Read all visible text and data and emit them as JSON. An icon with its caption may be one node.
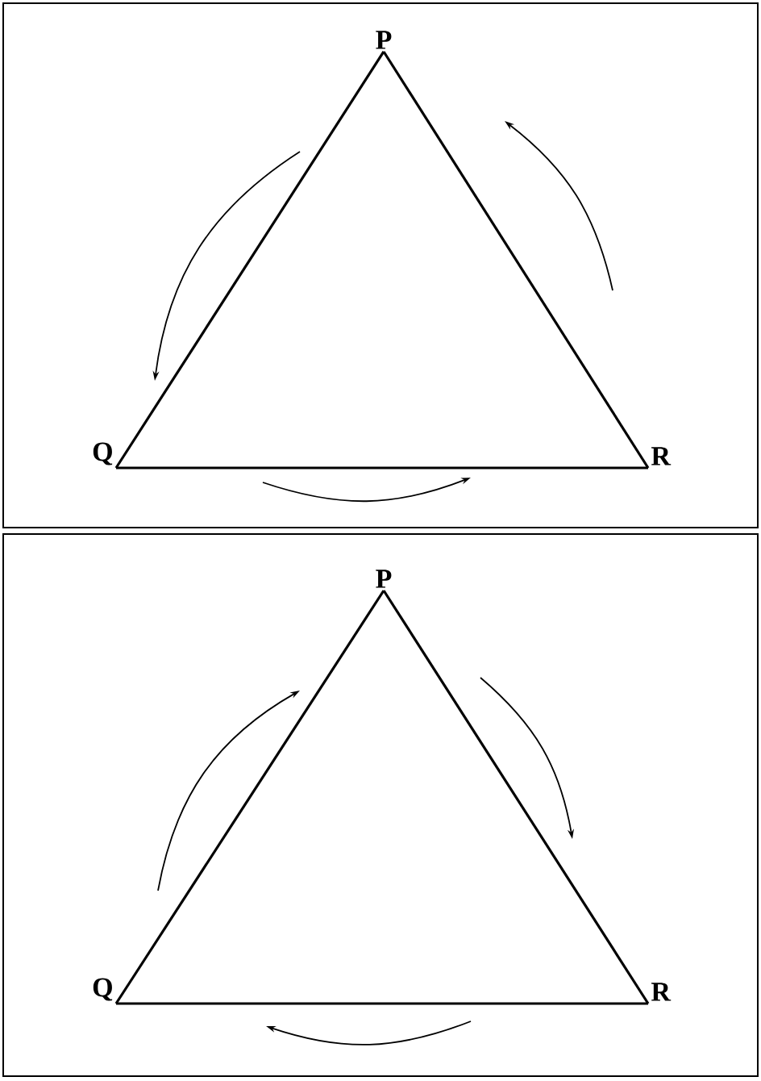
{
  "diagram": {
    "nodes": [
      {
        "text": [
          "P"
        ]
      },
      {
        "text": [
          "Q"
        ]
      },
      {
        "text": [
          "R"
        ]
      },
      {
        "text": [
          "P"
        ]
      },
      {
        "text": [
          "Q"
        ]
      },
      {
        "text": [
          "R"
        ]
      }
    ],
    "edges": [
      {
        "from": 0,
        "to": 1,
        "arrow": "none"
      },
      {
        "from": 1,
        "to": 2,
        "arrow": "none"
      },
      {
        "from": 2,
        "to": 0,
        "arrow": "none"
      },
      {
        "from": 3,
        "to": 4,
        "arrow": "none"
      },
      {
        "from": 4,
        "to": 5,
        "arrow": "none"
      },
      {
        "from": 5,
        "to": 3,
        "arrow": "none"
      }
    ]
  }
}
